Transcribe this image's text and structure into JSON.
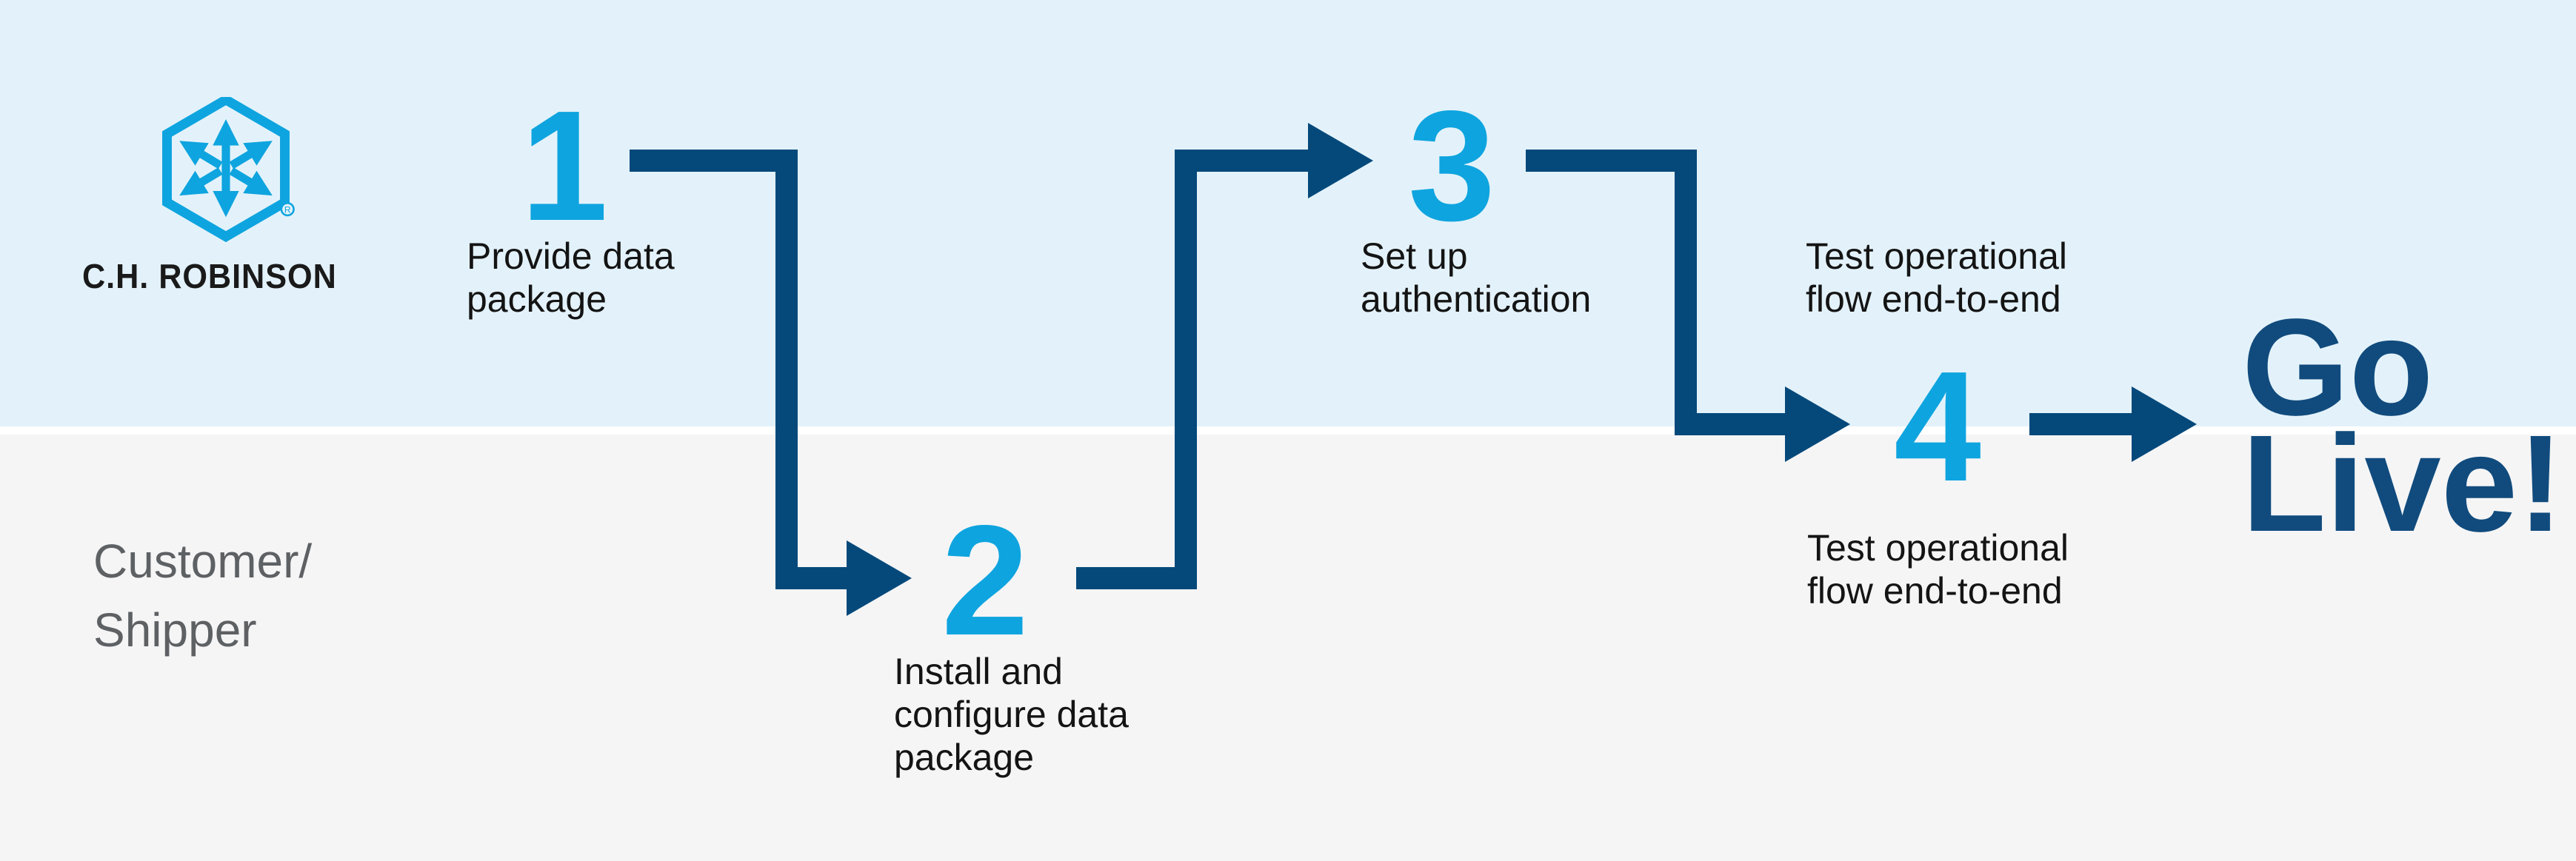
{
  "title": "C.H. Robinson integration onboarding flow",
  "colors": {
    "accent_blue": "#0ea4df",
    "arrow_navy": "#05497b",
    "golive_navy": "#114b7d",
    "lane_top_bg": "#e3f2fa",
    "lane_bottom_bg": "#f5f5f6",
    "lane_separator": "#ffffff",
    "text_dark": "#141414",
    "lane_label_gray": "#5e6164"
  },
  "brand": {
    "logo_icon": "ch-robinson-hexagon-logo",
    "logo_text": "C.H. ROBINSON",
    "registered_mark": "R"
  },
  "lanes": {
    "top_owner": "C.H. Robinson",
    "bottom_label_lines": [
      "Customer/",
      "Shipper"
    ]
  },
  "steps": [
    {
      "number": "1",
      "lane": "top",
      "label_lines": [
        "Provide data",
        "package"
      ]
    },
    {
      "number": "2",
      "lane": "bottom",
      "label_lines": [
        "Install and",
        "configure data",
        "package"
      ]
    },
    {
      "number": "3",
      "lane": "top",
      "label_lines": [
        "Set up",
        "authentication"
      ]
    },
    {
      "number": "4",
      "lane": "boundary",
      "label_lines_top": [
        "Test operational",
        "flow end-to-end"
      ],
      "label_lines_bottom": [
        "Test operational",
        "flow end-to-end"
      ]
    }
  ],
  "finish": {
    "lines": [
      "Go",
      "Live!"
    ]
  }
}
